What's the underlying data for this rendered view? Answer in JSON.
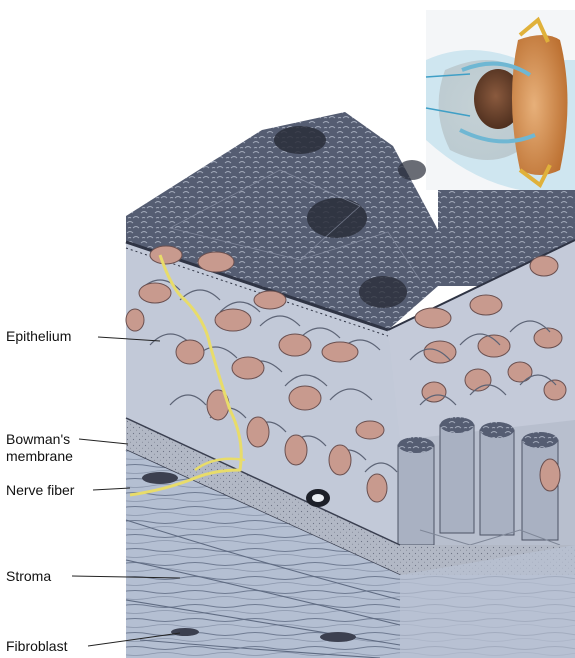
{
  "labels": {
    "epithelium": "Epithelium",
    "bowmans_line1": "Bowman's",
    "bowmans_line2": "membrane",
    "nerve_fiber": "Nerve fiber",
    "stroma": "Stroma",
    "fibroblast": "Fibroblast"
  },
  "colors": {
    "epithelium_surface": "#4b5468",
    "cell_fill": "#c8cede",
    "nucleus": "#c89a8e",
    "bowman_layer": "#aeb4c2",
    "stroma": "#aab6cc",
    "nerve": "#e8dc6a",
    "inset_iris": "#6a4632",
    "inset_lens": "#c9823a",
    "inset_cornea": "#a9d4e6"
  }
}
